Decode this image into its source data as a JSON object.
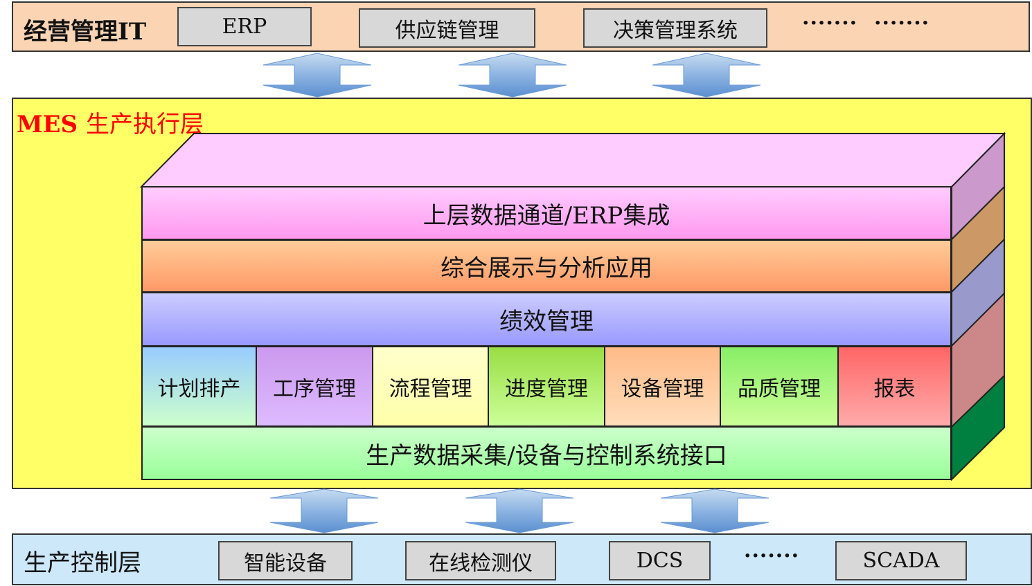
{
  "top_layer": {
    "title": "经营管理IT",
    "systems": [
      "ERP",
      "供应链管理",
      "决策管理系统"
    ],
    "ellipsis": [
      "·······",
      "·······"
    ],
    "color": "#fcd5b5"
  },
  "mes_layer": {
    "title_en": "MES",
    "title_cn": "生产执行层",
    "color": "#ffff66",
    "layers": [
      {
        "label": "上层数据通道/ERP集成"
      },
      {
        "label": "综合展示与分析应用"
      },
      {
        "label": "绩效管理"
      }
    ],
    "modules": [
      "计划排产",
      "工序管理",
      "流程管理",
      "进度管理",
      "设备管理",
      "品质管理",
      "报表"
    ],
    "bottom_layer": "生产数据采集/设备与控制系统接口"
  },
  "control_layer": {
    "title": "生产控制层",
    "devices": [
      "智能设备",
      "在线检测仪",
      "DCS",
      "SCADA"
    ],
    "ellipsis": "·······",
    "color": "#cce8f7"
  },
  "colors": {
    "arrow": "#8db4e2",
    "arrow_dark": "#4f81bd",
    "layer_top": "#ff99ff",
    "layer_analysis": "#ff9966",
    "layer_perf": "#9999ff",
    "layer_data": "#99ff99",
    "box_top_face": "#ffccff",
    "box_side": "#99cc99",
    "box_side_dark": "#008040"
  }
}
